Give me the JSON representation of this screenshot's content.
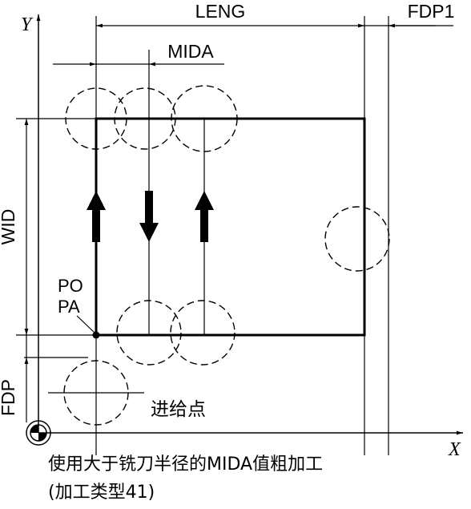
{
  "labels": {
    "axis_y": "Y",
    "axis_x": "X",
    "leng": "LENG",
    "fdp1": "FDP1",
    "mida": "MIDA",
    "wid": "WID",
    "po": "PO",
    "pa": "PA",
    "fdp": "FDP",
    "feed_point": "进给点"
  },
  "caption": {
    "line1": "使用大于铣刀半径的MIDA值粗加工",
    "line2": "(加工类型41)"
  },
  "colors": {
    "ink": "#000000",
    "background": "#ffffff"
  },
  "icons": {
    "origin": "workpiece-zero-icon",
    "arrows": "feed-arrow-icon"
  }
}
